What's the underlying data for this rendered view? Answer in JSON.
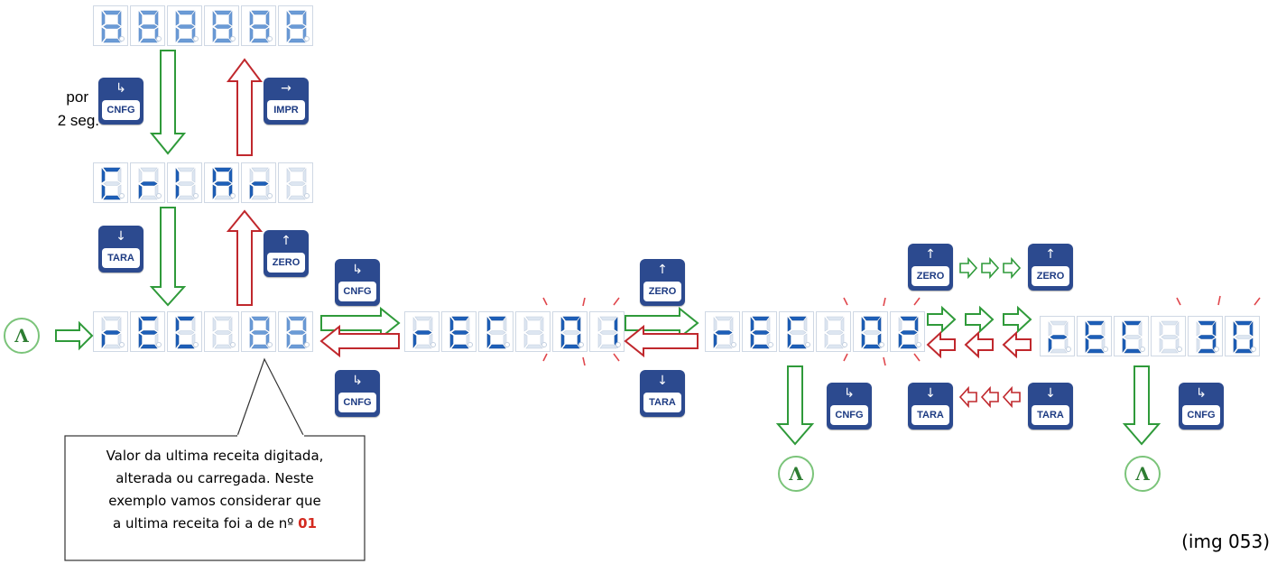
{
  "displays": {
    "top": [
      "8",
      "8",
      "8",
      "8",
      "8",
      "8"
    ],
    "criar": [
      "C",
      "r",
      "I",
      "A",
      "r",
      ""
    ],
    "rec": [
      "r",
      "E",
      "C",
      "",
      "8",
      "8"
    ],
    "rec01": [
      "r",
      "E",
      "C",
      "",
      "0",
      "1"
    ],
    "rec02": [
      "r",
      "E",
      "C",
      "",
      "0",
      "2"
    ],
    "rec30": [
      "r",
      "E",
      "C",
      "",
      "3",
      "0"
    ]
  },
  "labels": {
    "por": "por",
    "seg": "2 seg."
  },
  "keys": {
    "cnfg": "CNFG",
    "impr": "IMPR",
    "tara": "TARA",
    "zero": "ZERO",
    "cnfg_glyph": "↳",
    "impr_glyph": "→",
    "tara_glyph": "↓",
    "zero_glyph": "↑"
  },
  "marker": "Λ",
  "callout": {
    "line1": "Valor da ultima receita digitada,",
    "line2": "alterada ou carregada. Neste",
    "line3": "exemplo vamos considerar que",
    "line4_prefix": "a ultima receita foi a de nº ",
    "line4_value": "01"
  },
  "figure_ref": "(img 053)",
  "colors": {
    "segment_on": "#1d5fb8",
    "segment_off": "#dde6f1",
    "key": "#2c4a8f",
    "arrow_green": "#2f9a3a",
    "arrow_red": "#c0282d"
  }
}
